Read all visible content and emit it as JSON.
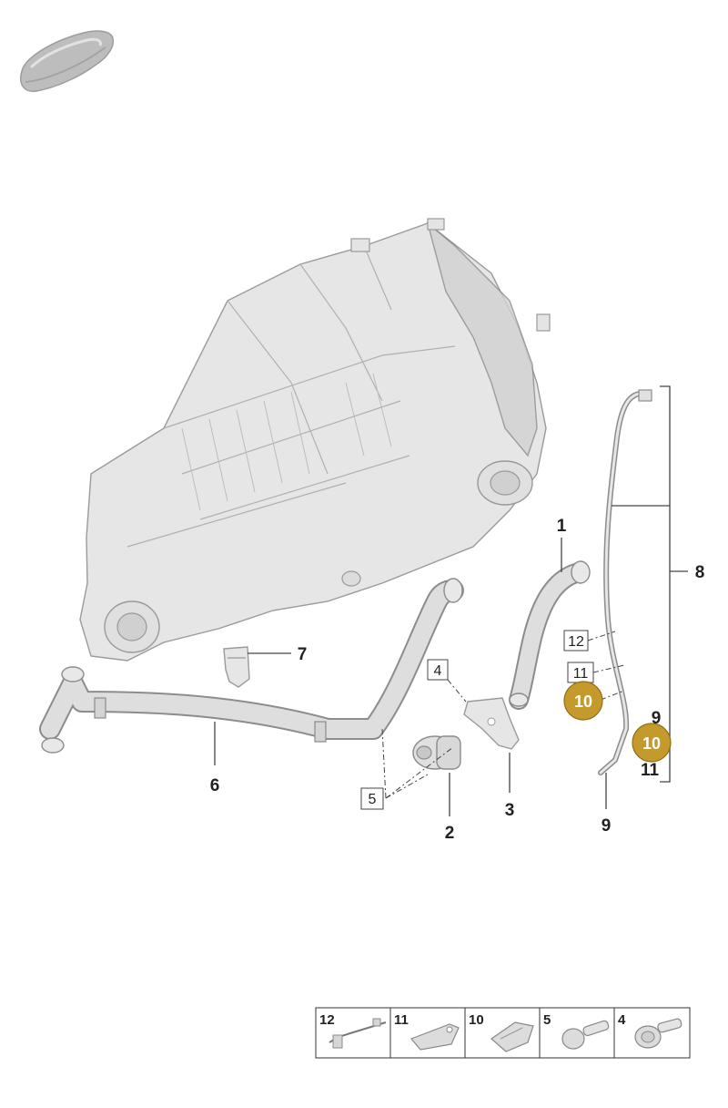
{
  "diagram": {
    "callouts": {
      "c1": "1",
      "c2": "2",
      "c3": "3",
      "c6": "6",
      "c7": "7",
      "c8": "8",
      "c9_bottom": "9",
      "c9_right": "9",
      "c11_right": "11"
    },
    "boxed_labels": {
      "b4": "4",
      "b5": "5",
      "b12": "12",
      "b11": "11"
    },
    "highlighted": {
      "h10_left": "10",
      "h10_right": "10"
    },
    "highlight_color": "#c49a2c",
    "legend": [
      {
        "number": "12",
        "icon": "hose-clip-icon"
      },
      {
        "number": "11",
        "icon": "clip-plate-icon"
      },
      {
        "number": "10",
        "icon": "bracket-clip-icon"
      },
      {
        "number": "5",
        "icon": "bolt-icon"
      },
      {
        "number": "4",
        "icon": "flange-bolt-icon"
      }
    ]
  }
}
